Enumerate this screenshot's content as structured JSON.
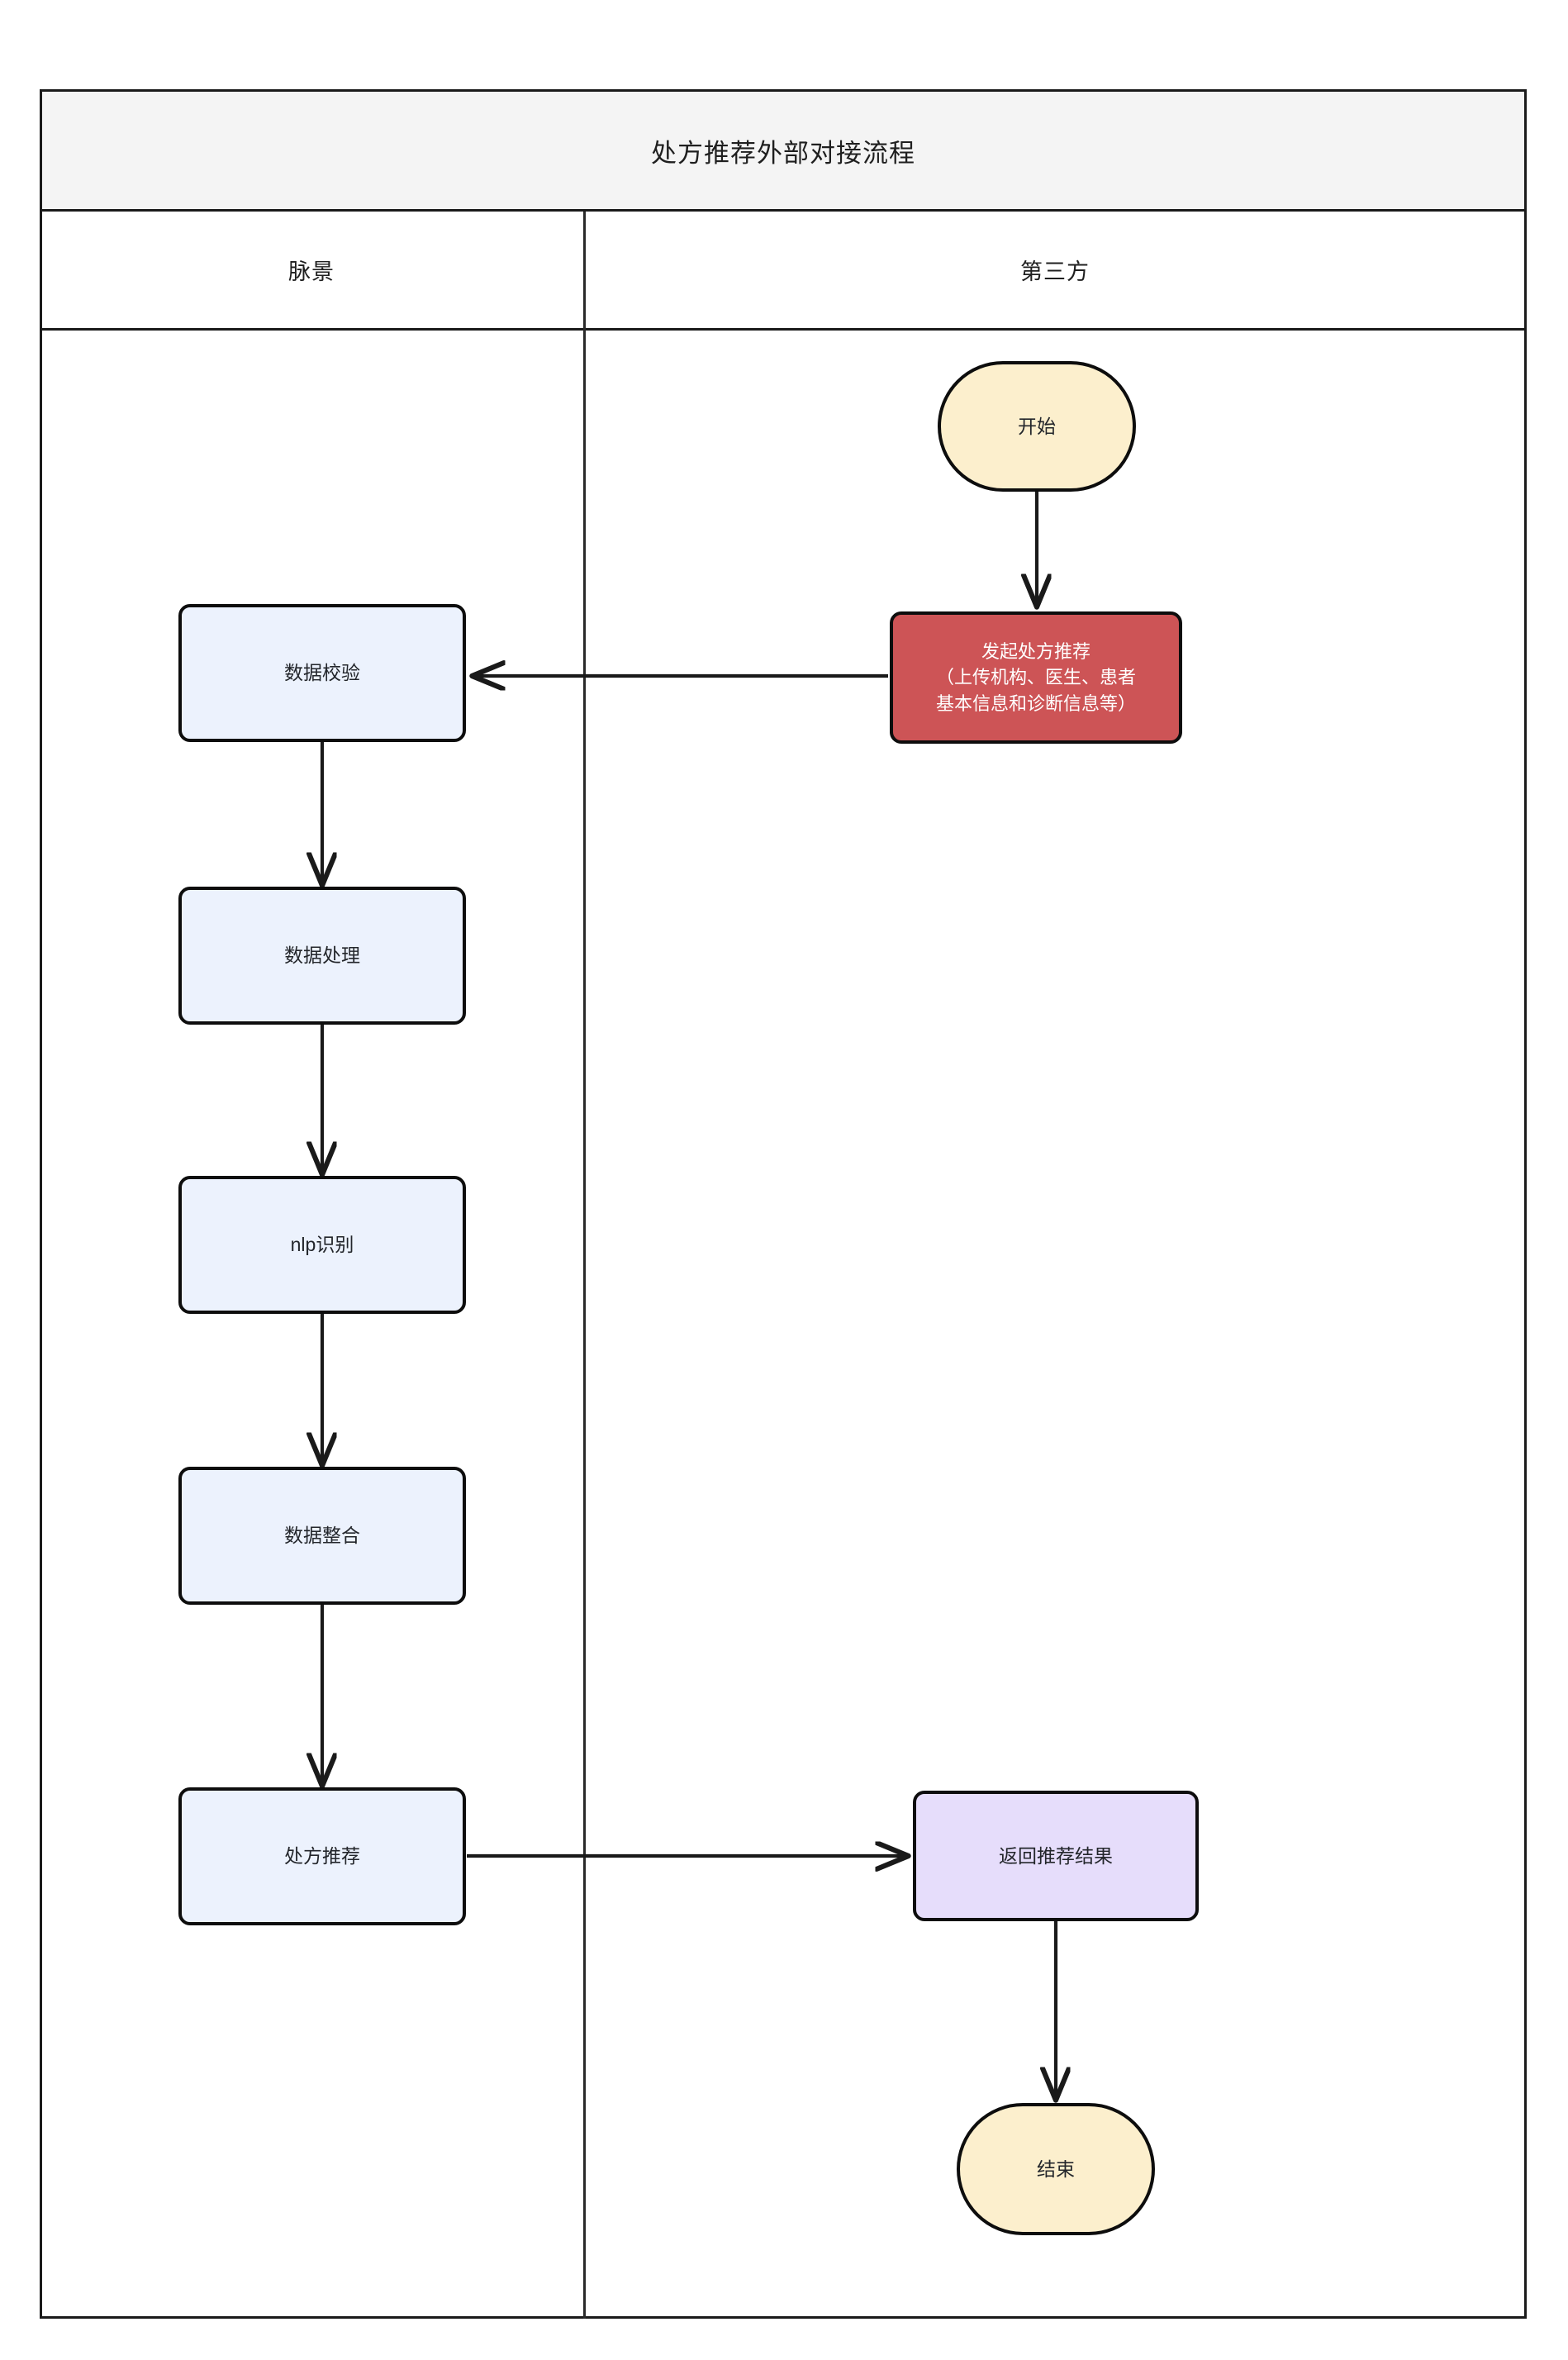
{
  "diagram": {
    "title": "处方推荐外部对接流程",
    "type": "swimlane-flowchart",
    "lanes": [
      {
        "id": "lane-maijing",
        "label": "脉景"
      },
      {
        "id": "lane-thirdparty",
        "label": "第三方"
      }
    ],
    "colors": {
      "title_band_bg": "#f4f4f4",
      "frame_border": "#1a1a1a",
      "process_fill": "#ecf2fd",
      "terminator_fill": "#fcefcd",
      "external_fill": "#cd5456",
      "external_text": "#ffffff",
      "result_fill": "#e6ddfb",
      "node_border": "#0d0d0d",
      "edge_stroke": "#1a1a1a",
      "text": "#23262b"
    },
    "nodes": [
      {
        "id": "start",
        "label": "开始",
        "lane": "lane-thirdparty",
        "shape": "terminator"
      },
      {
        "id": "initiate",
        "label": "发起处方推荐\n（上传机构、医生、患者\n基本信息和诊断信息等）",
        "lane": "lane-thirdparty",
        "shape": "external"
      },
      {
        "id": "validate",
        "label": "数据校验",
        "lane": "lane-maijing",
        "shape": "process"
      },
      {
        "id": "process",
        "label": "数据处理",
        "lane": "lane-maijing",
        "shape": "process"
      },
      {
        "id": "nlp",
        "label": "nlp识别",
        "lane": "lane-maijing",
        "shape": "process"
      },
      {
        "id": "merge",
        "label": "数据整合",
        "lane": "lane-maijing",
        "shape": "process"
      },
      {
        "id": "recommend",
        "label": "处方推荐",
        "lane": "lane-maijing",
        "shape": "process"
      },
      {
        "id": "result",
        "label": "返回推荐结果",
        "lane": "lane-thirdparty",
        "shape": "result"
      },
      {
        "id": "end",
        "label": "结束",
        "lane": "lane-thirdparty",
        "shape": "terminator"
      }
    ],
    "edges": [
      {
        "from": "start",
        "to": "initiate",
        "direction": "down"
      },
      {
        "from": "initiate",
        "to": "validate",
        "direction": "left"
      },
      {
        "from": "validate",
        "to": "process",
        "direction": "down"
      },
      {
        "from": "process",
        "to": "nlp",
        "direction": "down"
      },
      {
        "from": "nlp",
        "to": "merge",
        "direction": "down"
      },
      {
        "from": "merge",
        "to": "recommend",
        "direction": "down"
      },
      {
        "from": "recommend",
        "to": "result",
        "direction": "right"
      },
      {
        "from": "result",
        "to": "end",
        "direction": "down"
      }
    ]
  }
}
